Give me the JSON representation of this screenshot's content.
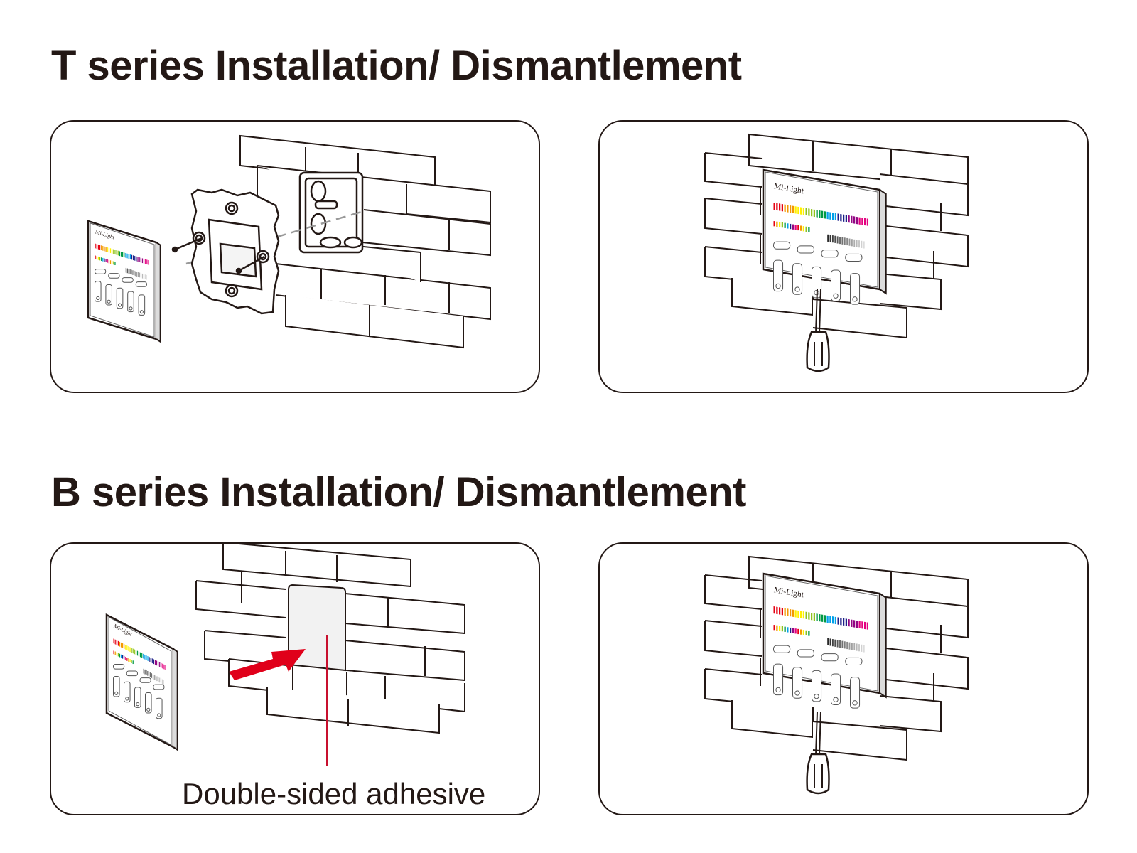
{
  "sections": {
    "t_series": {
      "title": "T series Installation/ Dismantlement",
      "install_panel": {
        "brand": "Mi-Light"
      },
      "remove_panel": {
        "brand": "Mi-Light"
      }
    },
    "b_series": {
      "title": "B series Installation/ Dismantlement",
      "install_panel": {
        "brand": "Mi-Light",
        "callout": "Double-sided adhesive"
      },
      "remove_panel": {
        "brand": "Mi-Light"
      }
    }
  },
  "colors": {
    "ink": "#231815",
    "arrow": "#e0001a",
    "callout_line": "#c8102e",
    "adhesive_pad": "#f2f2f2",
    "device_frame": "#3a3a3a"
  },
  "icons": [
    "brick-wall-icon",
    "remote-panel-icon",
    "mounting-plate-icon",
    "junction-box-icon",
    "screw-icon",
    "screwdriver-icon",
    "arrow-icon"
  ]
}
